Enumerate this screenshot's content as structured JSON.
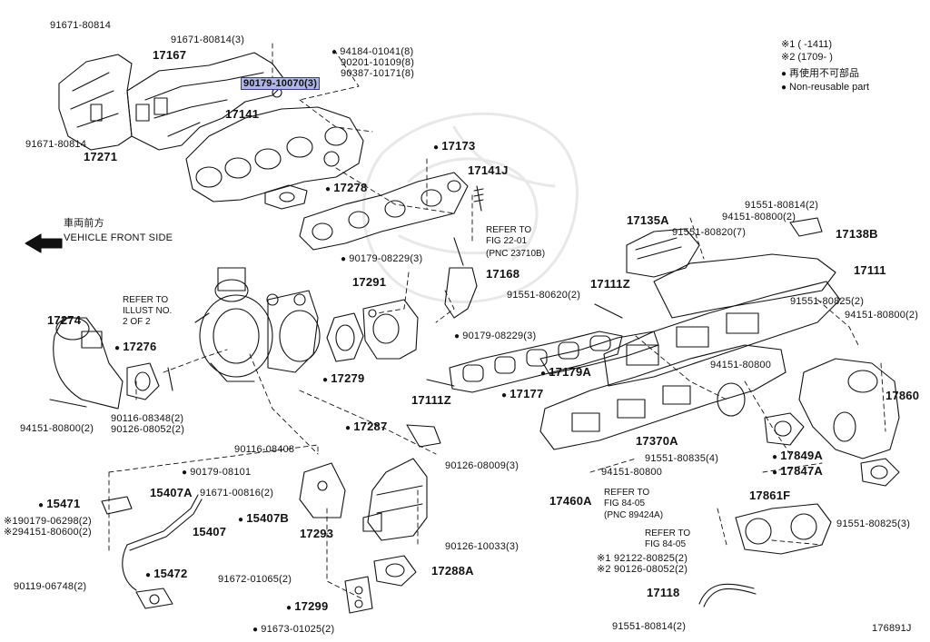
{
  "legend": {
    "note1": "※1 (      -1411)",
    "note2": "※2 (1709-      )",
    "reuse_jp": "再使用不可部品",
    "reuse_en": "Non-reusable part"
  },
  "direction": {
    "jp": "車両前方",
    "en": "VEHICLE FRONT SIDE"
  },
  "notes": {
    "refer_illust": "REFER TO\nILLUST NO.\n2 OF 2",
    "refer_22": "REFER TO\nFIG 22-01",
    "refer_22_pnc": "(PNC 23710B)",
    "refer_84a": "REFER TO\nFIG 84-05",
    "refer_84a_pnc": "(PNC 89424A)",
    "refer_84b": "REFER TO\nFIG 84-05"
  },
  "labels": {
    "l01": "91671-80814",
    "l02": "91671-80814(3)",
    "l03": "94184-01041(8)",
    "l04": "90201-10109(8)",
    "l05": "90387-10171(8)",
    "l06": "17167",
    "l07": "90179-10070(3)",
    "l08": "17141",
    "l09": "91671-80814",
    "l10": "17271",
    "l11": "17173",
    "l12": "17141J",
    "l13": "17278",
    "l14": "17135A",
    "l15": "91551-80814(2)",
    "l16": "94151-80800(2)",
    "l17": "91551-80820(7)",
    "l18": "17138B",
    "l19": "17111",
    "l20": "90179-08229(3)",
    "l21": "17168",
    "l22": "17291",
    "l23": "91551-80620(2)",
    "l24": "17111Z",
    "l25": "91551-80825(2)",
    "l26": "94151-80800(2)",
    "l27": "17274",
    "l28": "17276",
    "l29": "90179-08229(3)",
    "l30": "17179A",
    "l31": "94151-80800",
    "l32": "17279",
    "l33": "17177",
    "l34": "17111Z",
    "l35": "17860",
    "l36": "90116-08348(2)",
    "l37": "90126-08052(2)",
    "l38": "94151-80800(2)",
    "l39": "17287",
    "l40": "17370A",
    "l41": "17849A",
    "l42": "91551-80835(4)",
    "l43": "17847A",
    "l44": "90116-08408",
    "l45": "90126-08009(3)",
    "l46": "94151-80800",
    "l47": "90179-08101",
    "l48": "15407A",
    "l49": "91671-00816(2)",
    "l50": "15471",
    "l51": "17460A",
    "l52": "17861F",
    "l53": "190179-06298(2)",
    "l54": "294151-80600(2)",
    "l55": "15407B",
    "l56": "15407",
    "l57": "17293",
    "l58": "91551-80825(3)",
    "l59": "90126-10033(3)",
    "l60": "92122-80825(2)",
    "l61": "90126-08052(2)",
    "l62": "17288A",
    "l63": "90119-06748(2)",
    "l64": "15472",
    "l65": "91672-01065(2)",
    "l66": "17118",
    "l67": "17299",
    "l68": "91673-01025(2)",
    "l69": "91551-80814(2)",
    "l70": "176891J"
  }
}
